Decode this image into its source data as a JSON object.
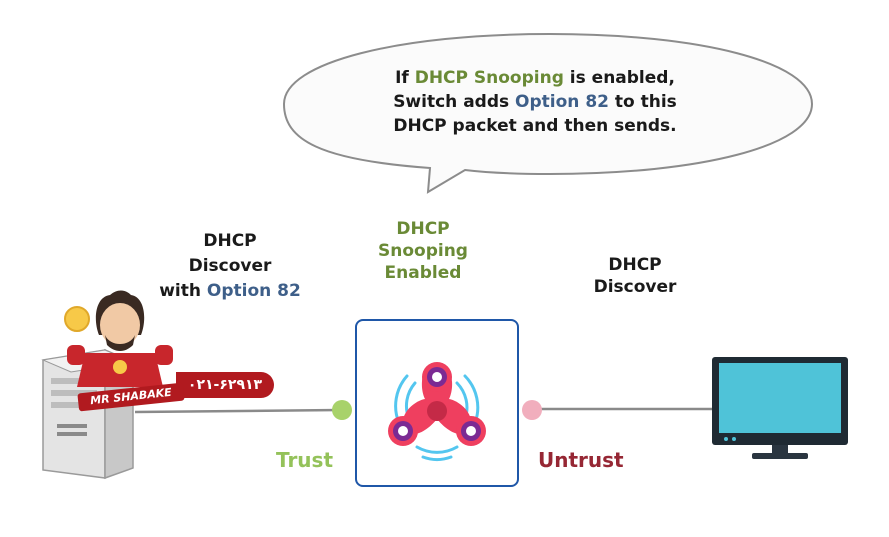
{
  "bubble": {
    "line1_pre": "If ",
    "line1_hl": "DHCP Snooping",
    "line1_post": " is enabled,",
    "line2_pre": "Switch adds ",
    "line2_hl": "Option 82",
    "line2_post": " to this",
    "line3": "DHCP packet and then sends."
  },
  "left_label": {
    "line1": "DHCP",
    "line2": "Discover",
    "line3_pre": "with ",
    "line3_hl": "Option 82"
  },
  "switch_label": {
    "line1": "DHCP",
    "line2": "Snooping",
    "line3": "Enabled"
  },
  "right_label": {
    "line1": "DHCP",
    "line2": "Discover"
  },
  "ports": {
    "trust": "Trust",
    "untrust": "Untrust"
  },
  "logo": {
    "phone": "۰۲۱-۶۲۹۱۳",
    "brand": "MR SHABAKE"
  },
  "colors": {
    "highlight_green": "#6a8a36",
    "highlight_blue": "#3e5f89",
    "trust": "#94c25a",
    "untrust": "#962734",
    "switch_border": "#1f57a8",
    "spinner": "#ef3f5f",
    "monitor_screen": "#4fc3d8"
  }
}
